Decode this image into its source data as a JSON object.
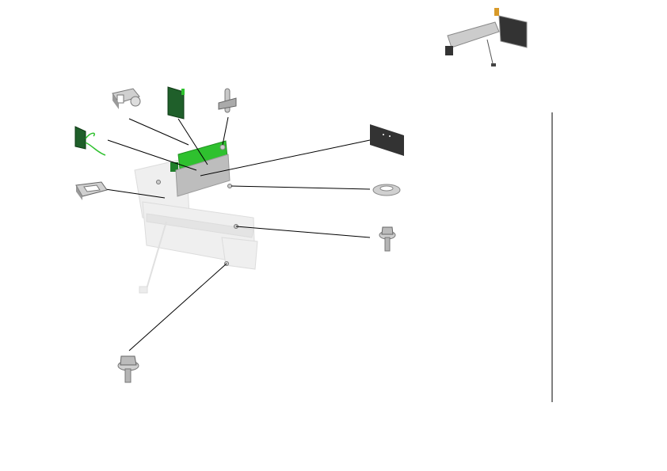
{
  "diagram": {
    "colors": {
      "pcb_green": "#1f5f2a",
      "accent_green": "#2fc12f",
      "metal_gray": "#b8b8b8",
      "dark_plate": "#333333",
      "ghost_assembly": "#e6e6e6",
      "leader_line": "#000000"
    },
    "parts": [
      {
        "name": "cable-clamp-bracket",
        "icon": "bracket-icon"
      },
      {
        "name": "circuit-board",
        "icon": "pcb-icon"
      },
      {
        "name": "latch-clip",
        "icon": "clip-icon"
      },
      {
        "name": "board-with-cable",
        "icon": "pcb-cable-icon"
      },
      {
        "name": "insulator-plate",
        "icon": "plate-icon"
      },
      {
        "name": "washer",
        "icon": "washer-icon"
      },
      {
        "name": "guide-clip",
        "icon": "clip-icon"
      },
      {
        "name": "screw",
        "icon": "screw-icon"
      },
      {
        "name": "screw",
        "icon": "screw-icon"
      }
    ]
  }
}
